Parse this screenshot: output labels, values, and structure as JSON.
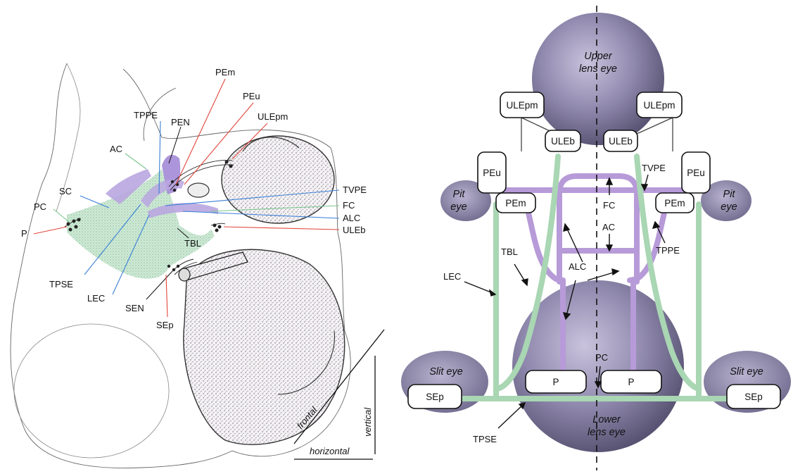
{
  "left_labels": {
    "pem": "PEm",
    "peu": "PEu",
    "ulepm": "ULEpm",
    "tppe": "TPPE",
    "pen": "PEN",
    "ac": "AC",
    "sc": "SC",
    "pc": "PC",
    "p": "P",
    "tvpe": "TVPE",
    "fc": "FC",
    "alc": "ALC",
    "uleb": "ULEb",
    "tbl": "TBL",
    "tpse": "TPSE",
    "lec": "LEC",
    "sen": "SEN",
    "sep": "SEp"
  },
  "axes": {
    "frontal": "frontal",
    "vertical": "vertical",
    "horizontal": "horizontal"
  },
  "right": {
    "eyes": {
      "upper_1": "Upper",
      "upper_2": "lens eye",
      "lower_1": "Lower",
      "lower_2": "lens eye",
      "pit_l_1": "Pit",
      "pit_l_2": "eye",
      "pit_r_1": "Pit",
      "pit_r_2": "eye",
      "slit_l": "Slit eye",
      "slit_r": "Slit eye"
    },
    "boxes": {
      "ulepm_l": "ULEpm",
      "ulepm_r": "ULEpm",
      "uleb_l": "ULEb",
      "uleb_r": "ULEb",
      "peu_l": "PEu",
      "peu_r": "PEu",
      "pem_l": "PEm",
      "pem_r": "PEm",
      "p_l": "P",
      "p_r": "P",
      "sep_l": "SEp",
      "sep_r": "SEp"
    },
    "labels": {
      "tvpe": "TVPE",
      "fc": "FC",
      "ac": "AC",
      "tppe": "TPPE",
      "tbl": "TBL",
      "alc": "ALC",
      "lec": "LEC",
      "pc": "PC",
      "tpse": "TPSE"
    }
  },
  "colors": {
    "eye": "#8a84a6",
    "purple": "#b79ad8",
    "green": "#a9d6b3",
    "line": "#111111"
  }
}
